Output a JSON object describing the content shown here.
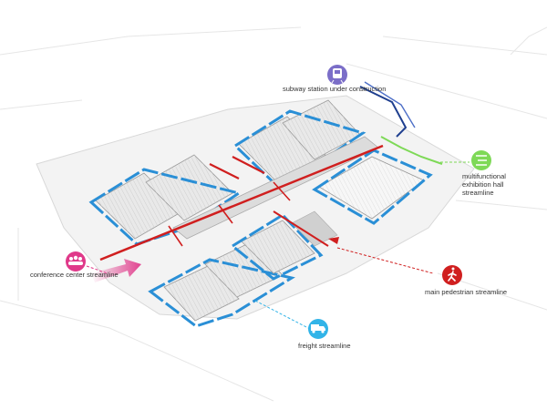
{
  "labels": {
    "subway": "subway station under construction",
    "multifunctional": "multifunctional exhibition hall streamline",
    "conference": "conference center streamline",
    "pedestrian": "main pedestrian streamline",
    "freight": "freight streamline"
  },
  "icons": {
    "subway": "train-icon",
    "multifunctional": "list-icon",
    "conference": "group-icon",
    "pedestrian": "walking-person-icon",
    "freight": "truck-icon"
  },
  "colors": {
    "subway": "#7b6ec8",
    "subway_line": "#1f3f8f",
    "multifunctional": "#7ed957",
    "conference": "#e0398a",
    "pedestrian": "#d01f1f",
    "freight": "#32b4e8",
    "hall_roof": "#e9e9e9",
    "hall_border": "#2a8fd6",
    "site_fill": "#f3f3f3"
  }
}
